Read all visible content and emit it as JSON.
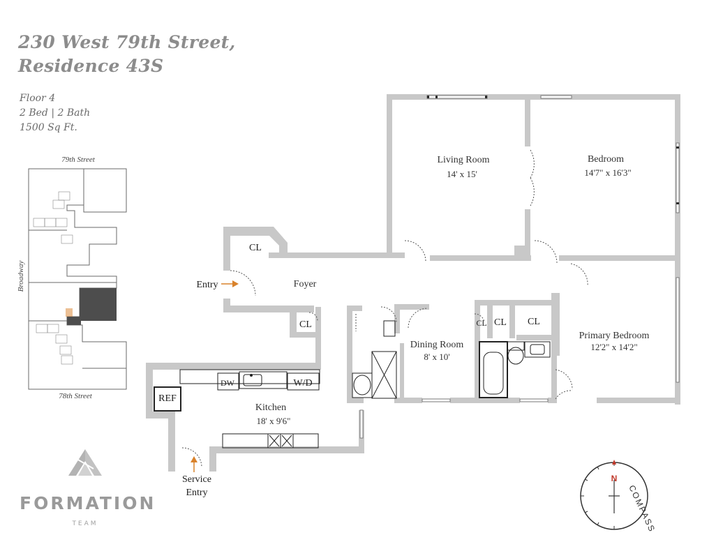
{
  "title": {
    "line1": "230 West 79th Street,",
    "line2": "Residence 43S"
  },
  "meta": {
    "floor": "Floor 4",
    "beds_baths": "2 Bed | 2 Bath",
    "size": "1500 Sq Ft."
  },
  "keyplan": {
    "top_street": "79th Street",
    "bottom_street": "78th Street",
    "side_street": "Broadway"
  },
  "rooms": {
    "living": {
      "name": "Living Room",
      "dims": "14' x 15'"
    },
    "bedroom": {
      "name": "Bedroom",
      "dims": "14'7\" x 16'3\""
    },
    "primary": {
      "name": "Primary Bedroom",
      "dims": "12'2\" x 14'2\""
    },
    "dining": {
      "name": "Dining Room",
      "dims": "8' x 10'"
    },
    "kitchen": {
      "name": "Kitchen",
      "dims": "18' x 9'6\""
    },
    "foyer": {
      "name": "Foyer"
    }
  },
  "labels": {
    "closet": "CL",
    "entry": "Entry",
    "service_entry_line1": "Service",
    "service_entry_line2": "Entry",
    "dishwasher": "DW",
    "washer_dryer": "W/D",
    "refrigerator": "REF"
  },
  "compass": {
    "north": "N",
    "word": "COMPASS"
  },
  "logo": {
    "name": "FORMATION",
    "sub": "TEAM"
  },
  "colors": {
    "wall": "#c8c8c8",
    "window": "#2a2a2a",
    "arrow": "#d9822b",
    "keyplan_unit": "#4d4d4d"
  }
}
